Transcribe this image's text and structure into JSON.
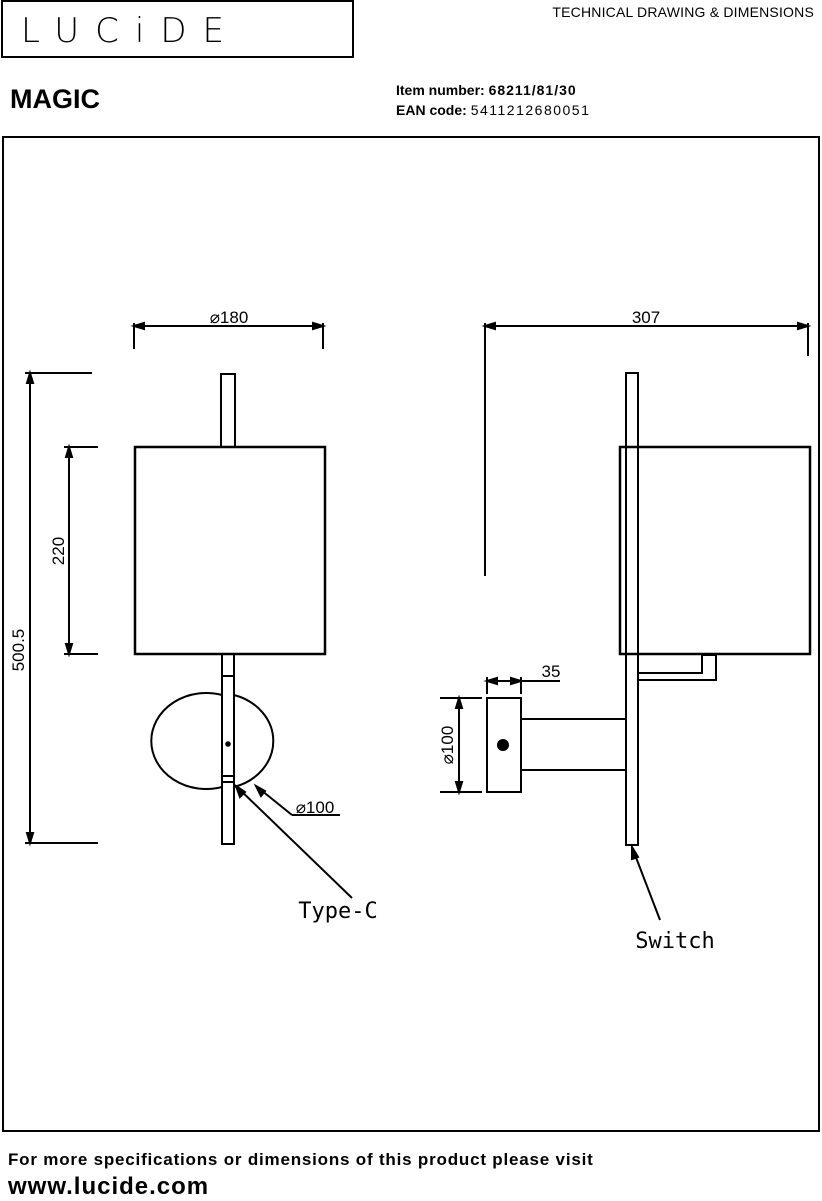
{
  "header": {
    "logo": "LUCiDE",
    "title": "TECHNICAL DRAWING & DIMENSIONS"
  },
  "product": {
    "name": "MAGIC",
    "item_number_label": "Item number:",
    "item_number": "68211/81/30",
    "ean_label": "EAN code:",
    "ean": "5411212680051"
  },
  "dimensions": {
    "front_width": "⌀180",
    "total_height": "500.5",
    "shade_height": "220",
    "base_diameter": "⌀100",
    "depth": "307",
    "base_depth": "35",
    "side_base_diameter": "⌀100"
  },
  "callouts": {
    "type_c": "Type-C",
    "switch": "Switch"
  },
  "footer": {
    "line1": "For more specifications or dimensions of this product please visit",
    "url": "www.lucide.com"
  }
}
